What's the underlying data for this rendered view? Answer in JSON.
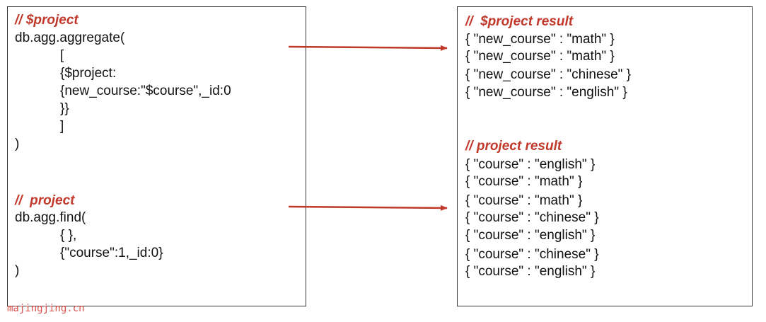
{
  "left": {
    "aggregate_block": {
      "comment": "// $project",
      "lines": [
        "db.agg.aggregate(",
        "[",
        "{$project:",
        "{new_course:\"$course\",_id:0",
        "}}",
        "]",
        ")"
      ]
    },
    "find_block": {
      "comment": "//  project",
      "lines": [
        "db.agg.find(",
        "{ },",
        "{\"course\":1,_id:0}",
        ")"
      ]
    }
  },
  "right": {
    "aggregate_result": {
      "comment": "//  $project result",
      "lines": [
        "{ \"new_course\" : \"math\" }",
        "{ \"new_course\" : \"math\" }",
        "{ \"new_course\" : \"chinese\" }",
        "{ \"new_course\" : \"english\" }"
      ]
    },
    "find_result": {
      "comment": "// project result",
      "lines": [
        "{ \"course\" : \"english\" }",
        "{ \"course\" : \"math\" }",
        "{ \"course\" : \"math\" }",
        "{ \"course\" : \"chinese\" }",
        "{ \"course\" : \"english\" }",
        "{ \"course\" : \"chinese\" }",
        "{ \"course\" : \"english\" }"
      ]
    }
  },
  "watermark": "majingjing.cn",
  "colors": {
    "comment": "#c0392b",
    "arrow": "#c0392b",
    "border": "#333333",
    "text": "#111111",
    "watermark": "#d9534f"
  }
}
